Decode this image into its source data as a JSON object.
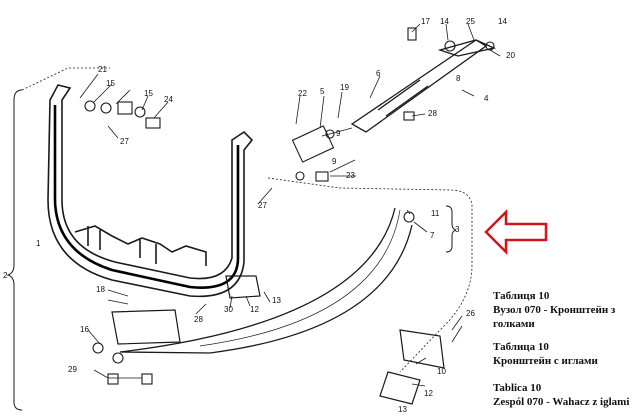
{
  "diagram": {
    "part_numbers": [
      "1",
      "2",
      "3",
      "4",
      "5",
      "6",
      "7",
      "8",
      "9",
      "9",
      "10",
      "11",
      "12",
      "12",
      "13",
      "13",
      "14",
      "14",
      "15",
      "15",
      "16",
      "17",
      "18",
      "19",
      "20",
      "21",
      "22",
      "23",
      "24",
      "25",
      "26",
      "27",
      "27",
      "28",
      "28",
      "29",
      "30"
    ],
    "captions": [
      {
        "line1": "Таблиця 10",
        "line2": "Вузол 070 - Кронштейн з",
        "line3": "голками"
      },
      {
        "line1": "Таблица 10",
        "line2": "Кронштейн с иглами",
        "line3": ""
      },
      {
        "line1": "Tablica 10",
        "line2": "Zespól 070 - Wahacz z iglami",
        "line3": ""
      }
    ],
    "colors": {
      "ink": "#1a1a1a",
      "callout_arrow": "#d0161c",
      "background": "#ffffff"
    }
  }
}
